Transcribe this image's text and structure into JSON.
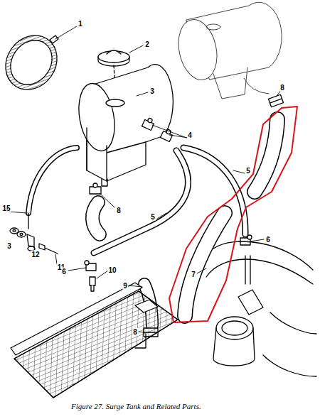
{
  "diagram": {
    "caption": "Figure 27. Surge Tank and Related Parts.",
    "labels": [
      "1",
      "2",
      "3",
      "4",
      "8",
      "5",
      "8",
      "15",
      "5",
      "6",
      "3",
      "12",
      "11",
      "6",
      "10",
      "9",
      "7",
      "8"
    ]
  }
}
